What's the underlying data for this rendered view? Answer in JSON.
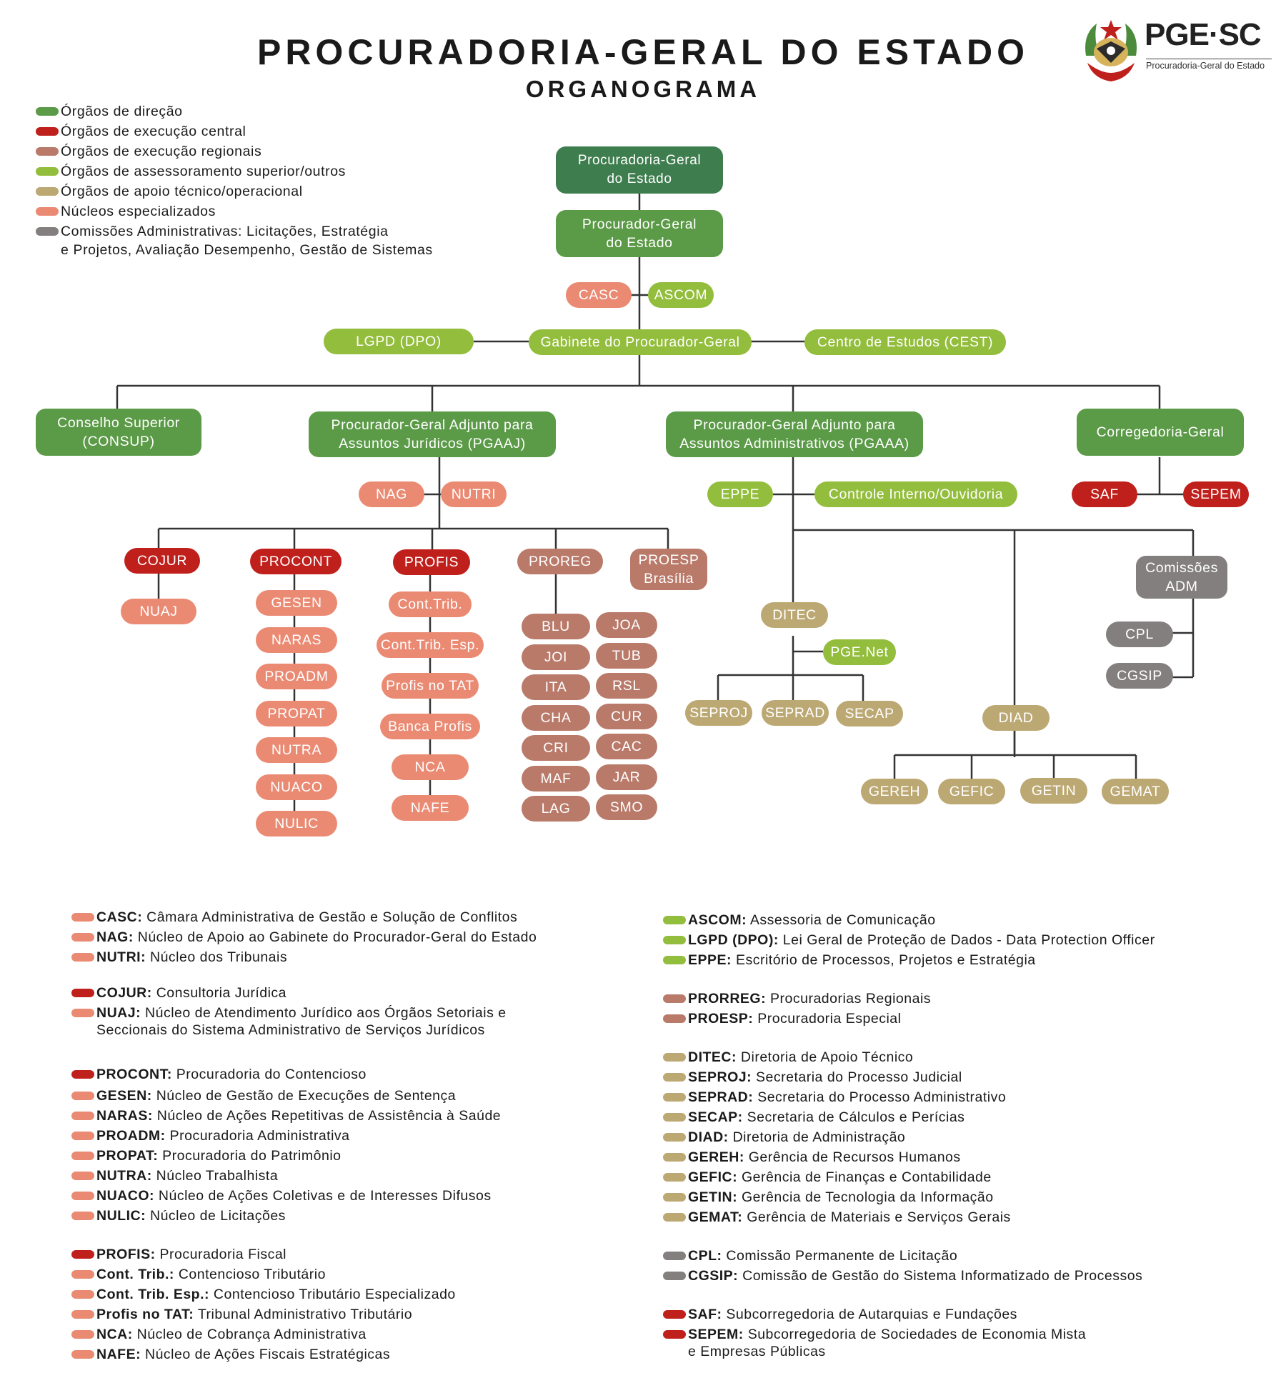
{
  "header": {
    "title": "PROCURADORIA-GERAL DO ESTADO",
    "subtitle": "ORGANOGRAMA"
  },
  "logo": {
    "brand": "PGE·SC",
    "subtitle": "Procuradoria-Geral do Estado"
  },
  "colors": {
    "direcao": "#5b9a47",
    "direcao_dark": "#3e7d4e",
    "exec_central": "#c0201c",
    "exec_regional": "#b97a6a",
    "assessoramento": "#93bd3c",
    "apoio": "#bca873",
    "nucleos": "#ea8a73",
    "comissoes": "#837f7f",
    "line": "#333333"
  },
  "legend": [
    {
      "color": "#5b9a47",
      "label": "Órgãos de direção"
    },
    {
      "color": "#c0201c",
      "label": "Órgãos de execução central"
    },
    {
      "color": "#b97a6a",
      "label": "Órgãos de execução regionais"
    },
    {
      "color": "#93bd3c",
      "label": "Órgãos de assessoramento superior/outros"
    },
    {
      "color": "#bca873",
      "label": "Órgãos de apoio técnico/operacional"
    },
    {
      "color": "#ea8a73",
      "label": "Núcleos especializados"
    },
    {
      "color": "#837f7f",
      "label": "Comissões Administrativas: Licitações, Estratégia\ne Projetos, Avaliação Desempenho, Gestão de Sistemas"
    }
  ],
  "nodes": {
    "pge": "Procuradoria-Geral\ndo Estado",
    "pg": "Procurador-Geral\ndo Estado",
    "casc": "CASC",
    "ascom": "ASCOM",
    "lgpd": "LGPD (DPO)",
    "gabinete": "Gabinete do Procurador-Geral",
    "cest": "Centro de Estudos (CEST)",
    "consup": "Conselho Superior\n(CONSUP)",
    "pgaaj": "Procurador-Geral Adjunto para\nAssuntos Jurídicos (PGAAJ)",
    "pgaaa": "Procurador-Geral Adjunto para\nAssuntos Administrativos (PGAAA)",
    "corregedoria": "Corregedoria-Geral",
    "nag": "NAG",
    "nutri": "NUTRI",
    "eppe": "EPPE",
    "controle": "Controle Interno/Ouvidoria",
    "saf": "SAF",
    "sepem": "SEPEM",
    "cojur": "COJUR",
    "nuaj": "NUAJ",
    "procont": "PROCONT",
    "profis": "PROFIS",
    "prorreg": "PROREG",
    "proesp": "PROESP\nBrasília",
    "procont_children": [
      "GESEN",
      "NARAS",
      "PROADM",
      "PROPAT",
      "NUTRA",
      "NUACO",
      "NULIC"
    ],
    "profis_children": [
      "Cont.Trib.",
      "Cont.Trib. Esp.",
      "Profis no TAT",
      "Banca Profis",
      "NCA",
      "NAFE"
    ],
    "prorreg_left": [
      "BLU",
      "JOI",
      "ITA",
      "CHA",
      "CRI",
      "MAF",
      "LAG"
    ],
    "prorreg_right": [
      "JOA",
      "TUB",
      "RSL",
      "CUR",
      "CAC",
      "JAR",
      "SMO"
    ],
    "ditec": "DITEC",
    "pgenet": "PGE.Net",
    "seproj": "SEPROJ",
    "seprad": "SEPRAD",
    "secap": "SECAP",
    "diad": "DIAD",
    "gereh": "GEREH",
    "gefic": "GEFIC",
    "getin": "GETIN",
    "gemat": "GEMAT",
    "comissoes": "Comissões\nADM",
    "cpl": "CPL",
    "cgsip": "CGSIP"
  },
  "glossary_left": [
    {
      "color": "#ea8a73",
      "term": "CASC:",
      "def": "Câmara Administrativa de Gestão e Solução de Conflitos"
    },
    {
      "color": "#ea8a73",
      "term": "NAG:",
      "def": "Núcleo de Apoio ao Gabinete do Procurador-Geral do Estado"
    },
    {
      "color": "#ea8a73",
      "term": "NUTRI:",
      "def": "Núcleo dos Tribunais"
    },
    {
      "color": "#c0201c",
      "term": "COJUR:",
      "def": "Consultoria Jurídica"
    },
    {
      "color": "#ea8a73",
      "term": "NUAJ:",
      "def": "Núcleo de Atendimento Jurídico aos Órgãos Setoriais e",
      "cont": "Seccionais do Sistema Administrativo de Serviços Jurídicos"
    },
    {
      "color": "#c0201c",
      "term": "PROCONT:",
      "def": "Procuradoria do Contencioso"
    },
    {
      "color": "#ea8a73",
      "term": "GESEN:",
      "def": "Núcleo de Gestão de Execuções de Sentença"
    },
    {
      "color": "#ea8a73",
      "term": "NARAS:",
      "def": "Núcleo de Ações Repetitivas de Assistência à Saúde"
    },
    {
      "color": "#ea8a73",
      "term": "PROADM:",
      "def": "Procuradoria Administrativa"
    },
    {
      "color": "#ea8a73",
      "term": "PROPAT:",
      "def": "Procuradoria do Patrimônio"
    },
    {
      "color": "#ea8a73",
      "term": "NUTRA:",
      "def": "Núcleo Trabalhista"
    },
    {
      "color": "#ea8a73",
      "term": "NUACO:",
      "def": "Núcleo de Ações Coletivas e de Interesses Difusos"
    },
    {
      "color": "#ea8a73",
      "term": "NULIC:",
      "def": "Núcleo de Licitações"
    },
    {
      "color": "#c0201c",
      "term": "PROFIS:",
      "def": "Procuradoria Fiscal"
    },
    {
      "color": "#ea8a73",
      "term": "Cont. Trib.:",
      "def": "Contencioso Tributário"
    },
    {
      "color": "#ea8a73",
      "term": "Cont. Trib. Esp.:",
      "def": "Contencioso Tributário Especializado"
    },
    {
      "color": "#ea8a73",
      "term": "Profis no TAT:",
      "def": "Tribunal Administrativo Tributário"
    },
    {
      "color": "#ea8a73",
      "term": "NCA:",
      "def": "Núcleo de Cobrança Administrativa"
    },
    {
      "color": "#ea8a73",
      "term": "NAFE:",
      "def": "Núcleo de Ações Fiscais Estratégicas"
    }
  ],
  "glossary_right": [
    {
      "color": "#93bd3c",
      "term": "ASCOM:",
      "def": "Assessoria de Comunicação"
    },
    {
      "color": "#93bd3c",
      "term": "LGPD (DPO):",
      "def": "Lei Geral de Proteção de Dados - Data Protection Officer"
    },
    {
      "color": "#93bd3c",
      "term": "EPPE:",
      "def": "Escritório de Processos, Projetos e Estratégia"
    },
    {
      "color": "#b97a6a",
      "term": "PRORREG:",
      "def": "Procuradorias Regionais"
    },
    {
      "color": "#b97a6a",
      "term": "PROESP:",
      "def": "Procuradoria Especial"
    },
    {
      "color": "#bca873",
      "term": "DITEC:",
      "def": "Diretoria de Apoio Técnico"
    },
    {
      "color": "#bca873",
      "term": "SEPROJ:",
      "def": "Secretaria do Processo Judicial"
    },
    {
      "color": "#bca873",
      "term": "SEPRAD:",
      "def": " Secretaria do Processo Administrativo"
    },
    {
      "color": "#bca873",
      "term": "SECAP:",
      "def": "Secretaria de Cálculos e Perícias"
    },
    {
      "color": "#bca873",
      "term": "DIAD:",
      "def": "Diretoria de Administração"
    },
    {
      "color": "#bca873",
      "term": "GEREH:",
      "def": "Gerência de Recursos Humanos"
    },
    {
      "color": "#bca873",
      "term": "GEFIC:",
      "def": "Gerência de Finanças e Contabilidade"
    },
    {
      "color": "#bca873",
      "term": "GETIN:",
      "def": "Gerência de Tecnologia da Informação"
    },
    {
      "color": "#bca873",
      "term": "GEMAT:",
      "def": "Gerência de Materiais e Serviços Gerais"
    },
    {
      "color": "#837f7f",
      "term": "CPL:",
      "def": "Comissão Permanente de Licitação"
    },
    {
      "color": "#837f7f",
      "term": "CGSIP:",
      "def": "Comissão de Gestão do Sistema Informatizado de Processos"
    },
    {
      "color": "#c0201c",
      "term": "SAF:",
      "def": "Subcorregedoria de Autarquias e Fundações"
    },
    {
      "color": "#c0201c",
      "term": "SEPEM:",
      "def": "Subcorregedoria de Sociedades de Economia Mista",
      "cont": "e Empresas Públicas"
    }
  ]
}
